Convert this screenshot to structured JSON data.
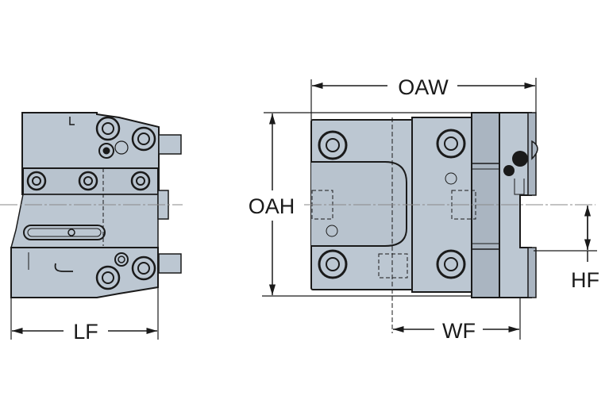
{
  "colors": {
    "body_fill": "#bcc7d2",
    "dark_fill": "#aab5c1",
    "outline": "#1a1a1a",
    "center_line": "#8a8a8a",
    "background": "#ffffff"
  },
  "dimensions": {
    "lf": "LF",
    "oaw": "OAW",
    "oah": "OAH",
    "wf": "WF",
    "hf": "HF"
  }
}
